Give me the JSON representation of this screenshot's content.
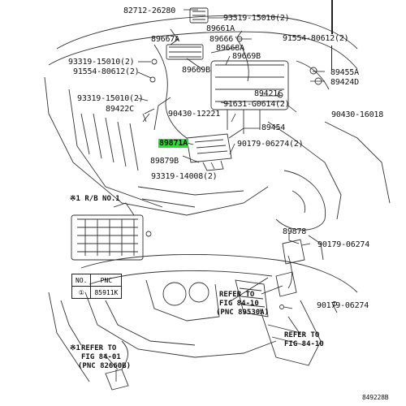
{
  "labels": {
    "p82712": "82712-26280",
    "p93319a": "93319-15010(2)",
    "p89661a": "89661A",
    "p89667a": "89667A",
    "p89666": "89666",
    "p89668a": "89668A",
    "p91554a": "91554-80612(2)",
    "p93319b": "93319-15010(2)",
    "p91554b": "91554-80612(2)",
    "p89669b_top": "89669B",
    "p89669b": "89669B",
    "p89455a": "89455A",
    "p89424d": "89424D",
    "p89421c": "89421C",
    "p93319c": "93319-15010(2)",
    "p91631": "91631-G0614(2)",
    "p89422c": "89422C",
    "p90430a": "90430-12221",
    "p90430b": "90430-16018",
    "p89454": "89454",
    "p89871a": "89871A",
    "p90179a": "90179-06274(2)",
    "p89879b": "89879B",
    "p93319d": "93319-14008(2)",
    "p89878": "89878",
    "p90179b": "90179-06274",
    "p90179c": "90179-06274",
    "ref1": "REFER TO",
    "ref1b": "FIG 84-10",
    "ref1c": "(PNC 89530A)",
    "ref2": "REFER TO",
    "ref2b": "FIG 84-10",
    "ref3": "REFER TO",
    "ref3b": "FIG 84-01",
    "ref3c": "(PNC 82660B)",
    "note1": "※1 R/B NO.1",
    "note3": "※1",
    "diagram_id": "849228B"
  },
  "pnc_table": {
    "header_no": "NO.",
    "header_pnc": "PNC",
    "row_no": "①",
    "row_pnc": "85911K"
  },
  "colors": {
    "highlight": "#22e52a",
    "line": "#222222"
  }
}
